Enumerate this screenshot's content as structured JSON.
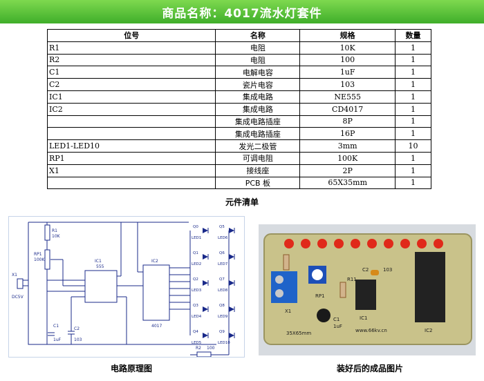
{
  "banner": {
    "title": "商品名称：4017流水灯套件"
  },
  "bom": {
    "headers": [
      "位号",
      "名称",
      "规格",
      "数量"
    ],
    "rows": [
      [
        "R1",
        "电阻",
        "10K",
        "1"
      ],
      [
        "R2",
        "电阻",
        "100",
        "1"
      ],
      [
        "C1",
        "电解电容",
        "1uF",
        "1"
      ],
      [
        "C2",
        "瓷片电容",
        "103",
        "1"
      ],
      [
        "IC1",
        "集成电路",
        "NE555",
        "1"
      ],
      [
        "IC2",
        "集成电路",
        "CD4017",
        "1"
      ],
      [
        "",
        "集成电路插座",
        "8P",
        "1"
      ],
      [
        "",
        "集成电路插座",
        "16P",
        "1"
      ],
      [
        "LED1-LED10",
        "发光二极管",
        "3mm",
        "10"
      ],
      [
        "RP1",
        "可调电阻",
        "100K",
        "1"
      ],
      [
        "X1",
        "接线座",
        "2P",
        "1"
      ],
      [
        "",
        "PCB 板",
        "65X35mm",
        "1"
      ]
    ],
    "caption": "元件清单"
  },
  "schematic": {
    "caption": "电路原理图",
    "labels": {
      "r1": "R1",
      "r1_val": "10K",
      "rp1": "RP1",
      "rp1_val": "100K",
      "x1": "X1",
      "dc": "DC5V",
      "c1": "C1",
      "c1_val": "1uF",
      "c2": "C2",
      "c2_val": "103",
      "ic1": "IC1",
      "ic1_part": "555",
      "ic2": "IC2",
      "ic2_part": "4017",
      "r2": "R2",
      "r2_val": "100"
    },
    "led_left": [
      "LED1",
      "LED2",
      "LED3",
      "LED4",
      "LED5"
    ],
    "led_right": [
      "LED6",
      "LED7",
      "LED8",
      "LED9",
      "LED10"
    ],
    "q_left": [
      "Q0",
      "Q1",
      "Q2",
      "Q3",
      "Q4"
    ],
    "q_right": [
      "Q5",
      "Q6",
      "Q7",
      "Q8",
      "Q9"
    ]
  },
  "photo": {
    "caption": "装好后的成品图片",
    "labels": {
      "c2": "C2",
      "c2_val": "103",
      "r11": "R11",
      "rp1": "RP1",
      "x1": "X1",
      "c1": "C1",
      "c1_val": "1uF",
      "ic1": "IC1",
      "ic2": "IC2",
      "size": "35X65mm",
      "site": "www.66kv.cn"
    }
  },
  "colors": {
    "banner": "#3fae2a",
    "pcb": "#c9c28a",
    "led": "#e02a1a",
    "schematic_line": "#1a2a8a"
  }
}
